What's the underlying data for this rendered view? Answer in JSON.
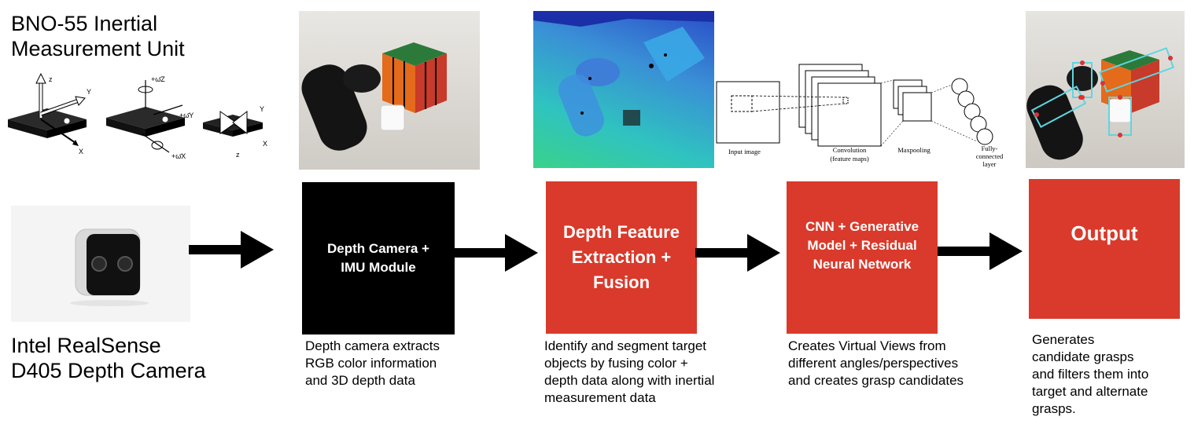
{
  "colors": {
    "accent_red": "#d93a2b",
    "black": "#000000"
  },
  "imu": {
    "title_line1": "BNO-55 Inertial",
    "title_line2": "Measurement Unit",
    "axes": {
      "z": "z",
      "y": "Y",
      "x": "X"
    },
    "rot": {
      "z": "+ω̄Z",
      "y": "+ω̄Y",
      "x": "+ω̄X"
    }
  },
  "camera": {
    "label_line1": "Intel RealSense",
    "label_line2": "D405 Depth Camera"
  },
  "stages": [
    {
      "label": "Depth Camera +\nIMU Module",
      "description": "Depth camera extracts\nRGB color information\nand 3D depth data"
    },
    {
      "label": "Depth Feature\nExtraction +\nFusion",
      "description": "Identify and segment target\nobjects by fusing color +\ndepth data along with inertial\nmeasurement data"
    },
    {
      "label": "CNN + Generative\nModel + Residual\nNeural Network",
      "description": "Creates Virtual Views from\ndifferent angles/perspectives\nand creates grasp candidates"
    },
    {
      "label": "Output",
      "description": "Generates\ncandidate grasps\nand filters them into\ntarget and alternate\ngrasps."
    }
  ],
  "cnn": {
    "input_label": "Input image",
    "conv_label_line1": "Convolution",
    "conv_label_line2": "(feature maps)",
    "pool_label": "Maxpooling",
    "fc_label_line1": "Fully-",
    "fc_label_line2": "connected",
    "fc_label_line3": "layer"
  }
}
